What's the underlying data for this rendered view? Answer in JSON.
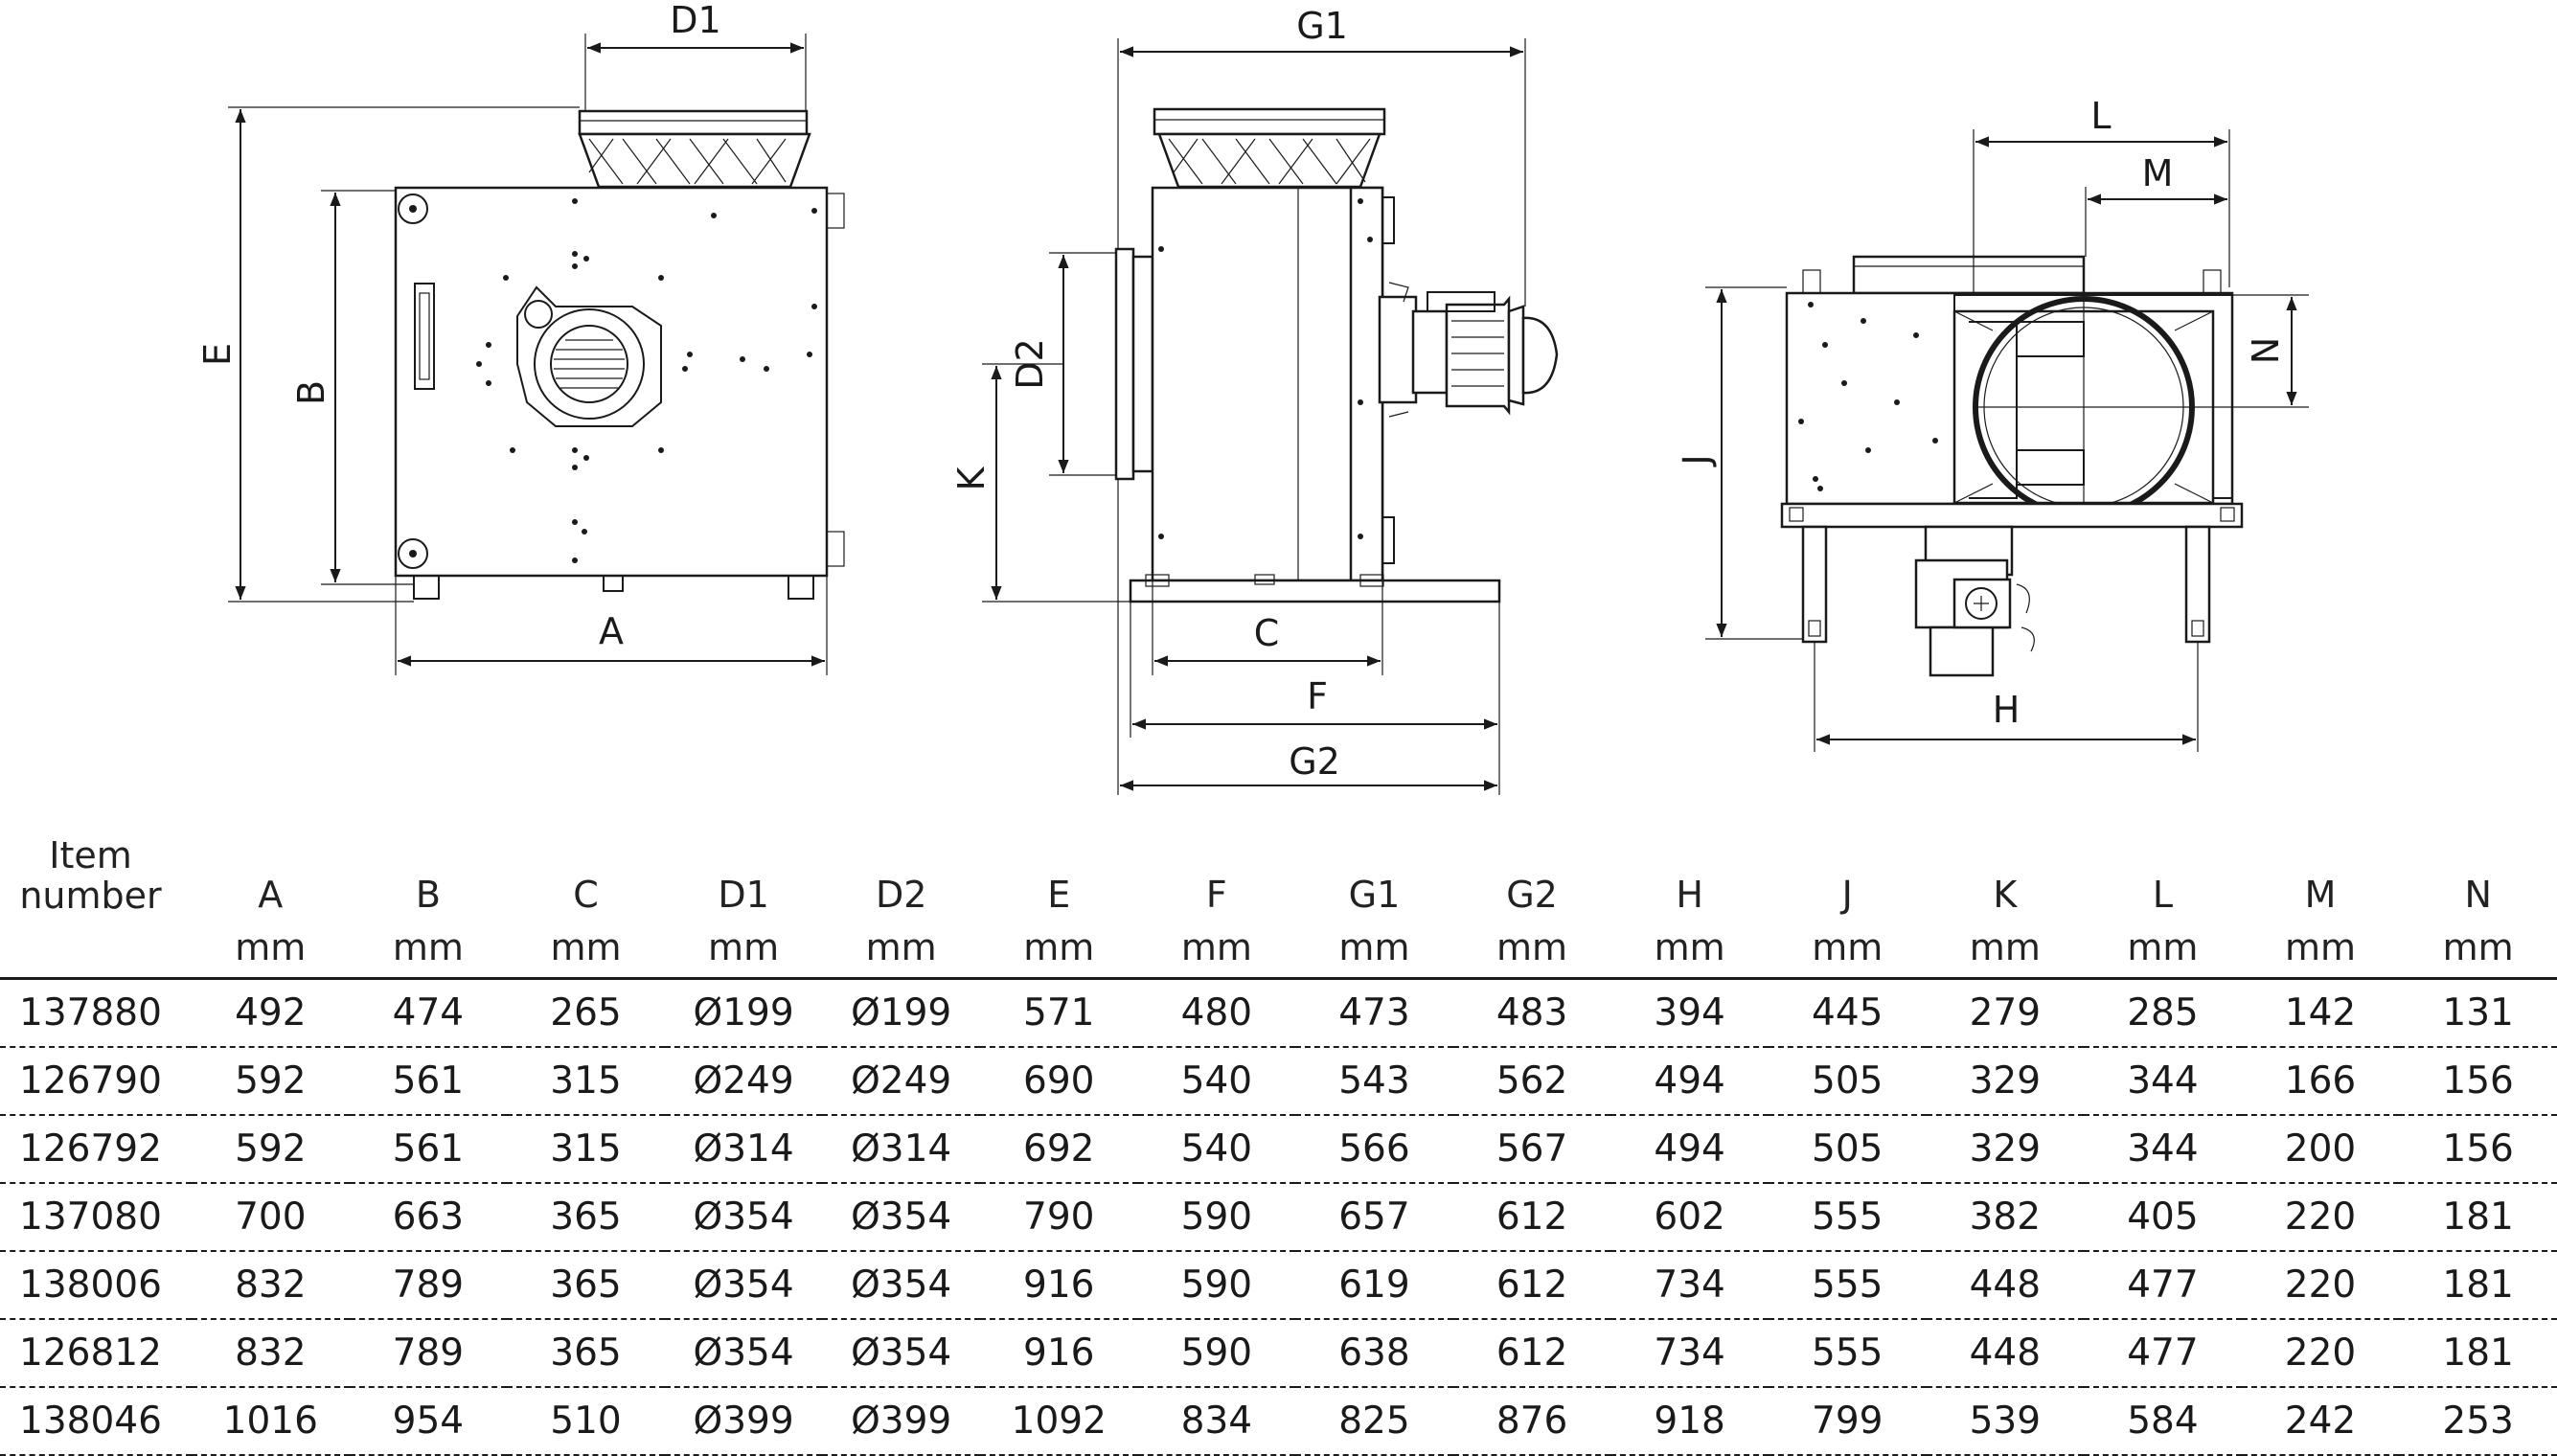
{
  "drawing": {
    "front_view": {
      "width_label": "A",
      "height_body_label": "B",
      "height_total_label": "E",
      "inlet_label": "D1"
    },
    "side_view": {
      "depth_label": "C",
      "base_label": "F",
      "base_total_label": "G2",
      "top_total_label": "G1",
      "outlet_label": "D2",
      "outlet_height_label": "K"
    },
    "rear_view": {
      "offset_label": "L",
      "offset_m_label": "M",
      "offset_n_label": "N",
      "height_label": "J",
      "foot_width_label": "H"
    }
  },
  "table": {
    "item_header_line1": "Item",
    "item_header_line2": "number",
    "columns": [
      "A",
      "B",
      "C",
      "D1",
      "D2",
      "E",
      "F",
      "G1",
      "G2",
      "H",
      "J",
      "K",
      "L",
      "M",
      "N"
    ],
    "unit": "mm",
    "rows": [
      {
        "item": "137880",
        "values": [
          "492",
          "474",
          "265",
          "Ø199",
          "Ø199",
          "571",
          "480",
          "473",
          "483",
          "394",
          "445",
          "279",
          "285",
          "142",
          "131"
        ]
      },
      {
        "item": "126790",
        "values": [
          "592",
          "561",
          "315",
          "Ø249",
          "Ø249",
          "690",
          "540",
          "543",
          "562",
          "494",
          "505",
          "329",
          "344",
          "166",
          "156"
        ]
      },
      {
        "item": "126792",
        "values": [
          "592",
          "561",
          "315",
          "Ø314",
          "Ø314",
          "692",
          "540",
          "566",
          "567",
          "494",
          "505",
          "329",
          "344",
          "200",
          "156"
        ]
      },
      {
        "item": "137080",
        "values": [
          "700",
          "663",
          "365",
          "Ø354",
          "Ø354",
          "790",
          "590",
          "657",
          "612",
          "602",
          "555",
          "382",
          "405",
          "220",
          "181"
        ]
      },
      {
        "item": "138006",
        "values": [
          "832",
          "789",
          "365",
          "Ø354",
          "Ø354",
          "916",
          "590",
          "619",
          "612",
          "734",
          "555",
          "448",
          "477",
          "220",
          "181"
        ]
      },
      {
        "item": "126812",
        "values": [
          "832",
          "789",
          "365",
          "Ø354",
          "Ø354",
          "916",
          "590",
          "638",
          "612",
          "734",
          "555",
          "448",
          "477",
          "220",
          "181"
        ]
      },
      {
        "item": "138046",
        "values": [
          "1016",
          "954",
          "510",
          "Ø399",
          "Ø399",
          "1092",
          "834",
          "825",
          "876",
          "918",
          "799",
          "539",
          "584",
          "242",
          "253"
        ]
      }
    ]
  }
}
